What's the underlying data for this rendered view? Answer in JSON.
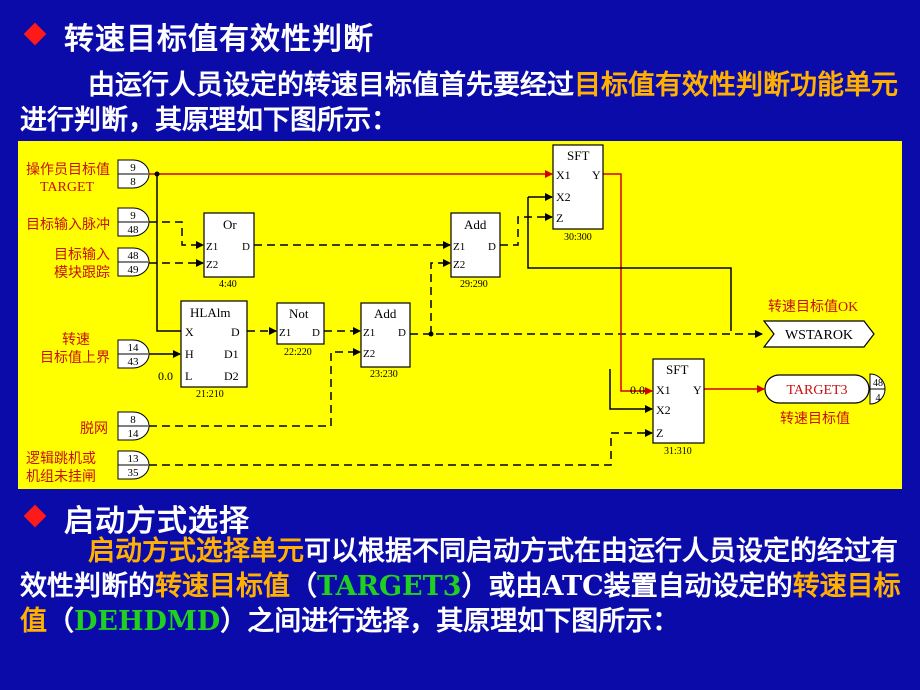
{
  "section1": {
    "title": "转速目标值有效性判断",
    "para_lead": "由运行人员设定的转速目标值首先要经过",
    "para_hl": "目标值有效性判断功能单元",
    "para_tail": "进行判断，其原理如下图所示："
  },
  "diagram": {
    "inputs": [
      {
        "label1": "操作员目标值",
        "label2": "TARGET",
        "n1": "9",
        "n2": "8"
      },
      {
        "label1": "目标输入脉冲",
        "label2": "",
        "n1": "9",
        "n2": "48"
      },
      {
        "label1": "目标输入",
        "label2": "模块跟踪",
        "n1": "48",
        "n2": "49"
      },
      {
        "label1": "转速",
        "label2": "目标值上界",
        "n1": "14",
        "n2": "43"
      },
      {
        "label1": "脱网",
        "label2": "",
        "n1": "8",
        "n2": "14"
      },
      {
        "label1": "逻辑跳机或",
        "label2": "机组未挂闸",
        "n1": "13",
        "n2": "35"
      }
    ],
    "blocks": {
      "or": {
        "title": "Or",
        "in1": "Z1",
        "in2": "Z2",
        "out": "D",
        "id": "4:40"
      },
      "hlalm": {
        "title": "HLAlm",
        "x": "X",
        "h": "H",
        "l": "L",
        "d": "D",
        "d1": "D1",
        "d2": "D2",
        "id": "21:210",
        "const": "0.0"
      },
      "not": {
        "title": "Not",
        "in": "Z1",
        "out": "D",
        "id": "22:220"
      },
      "add1": {
        "title": "Add",
        "in1": "Z1",
        "in2": "Z2",
        "out": "D",
        "id": "23:230"
      },
      "add2": {
        "title": "Add",
        "in1": "Z1",
        "in2": "Z2",
        "out": "D",
        "id": "29:290"
      },
      "sft1": {
        "title": "SFT",
        "x1": "X1",
        "x2": "X2",
        "z": "Z",
        "y": "Y",
        "id": "30:300"
      },
      "sft2": {
        "title": "SFT",
        "x1": "X1",
        "x2": "X2",
        "z": "Z",
        "y": "Y",
        "id": "31:310",
        "const": "0.0"
      }
    },
    "wstarok": {
      "label": "转速目标值OK",
      "tag": "WSTAROK"
    },
    "target3": {
      "tag": "TARGET3",
      "label": "转速目标值",
      "n1": "48",
      "n2": "4"
    }
  },
  "section2": {
    "title": "启动方式选择",
    "p_hl1": "启动方式选择单元",
    "p_t1": "可以根据不同启动方式在由运行人员设定的经过有效性判断的",
    "p_hl2": "转速目标值",
    "p_t2": "（",
    "p_g1": "TARGET3",
    "p_t3": "）或由ATC装置自动设定的",
    "p_hl3": "转速目标值",
    "p_t4": "（",
    "p_g2": "DEHDMD",
    "p_t5": "）之间进行选择，其原理如下图所示："
  },
  "colors": {
    "background": "#0b0ba9",
    "highlight": "#ffb000",
    "green": "#20d020",
    "panel": "#ffff00",
    "signal_red": "#d40000"
  }
}
